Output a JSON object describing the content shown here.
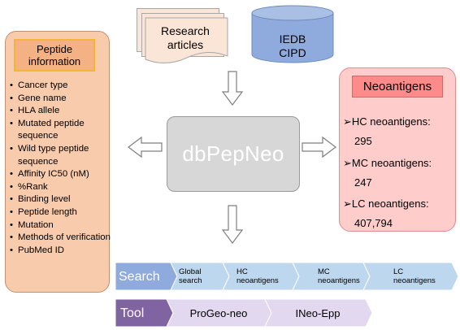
{
  "sources": {
    "articles_label": "Research articles",
    "db_label_line1": "IEDB",
    "db_label_line2": "CIPD"
  },
  "center": {
    "title": "dbPepNeo"
  },
  "peptide_info": {
    "title": "Peptide information",
    "items": [
      "Cancer type",
      "Gene name",
      "HLA allele",
      "Mutated peptide sequence",
      "Wild type peptide sequence",
      "Affinity IC50 (nM)",
      "%Rank",
      "Binding level",
      "Peptide length",
      "Mutation",
      "Methods of verification",
      "PubMed ID"
    ]
  },
  "neoantigens": {
    "title": "Neoantigens",
    "hc_label": "➢HC neoantigens:",
    "hc_value": "295",
    "mc_label": "➢MC neoantigens:",
    "mc_value": "247",
    "lc_label": "➢LC neoantigens:",
    "lc_value": "407,794"
  },
  "search_bar": {
    "label": "Search",
    "steps": [
      "Global search",
      "HC neoantigens",
      "MC neoantigens",
      "LC neoantigens"
    ]
  },
  "tool_bar": {
    "label": "Tool",
    "steps": [
      "ProGeo-neo",
      "INeo-Epp"
    ]
  },
  "colors": {
    "search_dark": "#8faadc",
    "search_light": "#bdd7ee",
    "tool_dark": "#8064a2",
    "tool_light": "#e2d9f0",
    "peptide_panel": "#f8cbad",
    "neo_panel": "#ffcccc",
    "db_cylinder": "#8faadc"
  }
}
